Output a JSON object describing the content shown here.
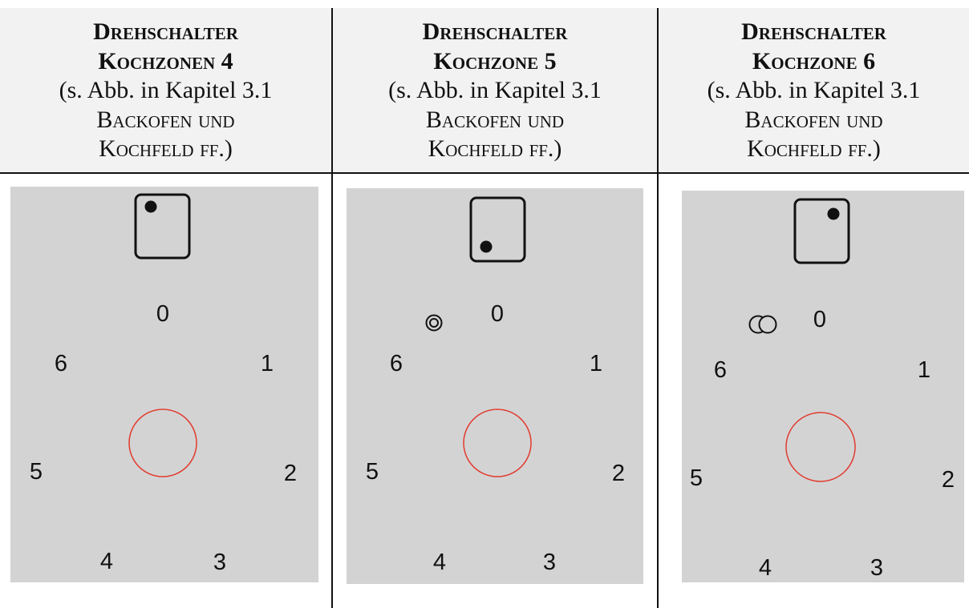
{
  "columns": [
    {
      "title_line1": "Drehschalter",
      "title_line2": "Kochzonen 4",
      "ref_line1": "(s. Abb. in Kapitel 3.1",
      "ref_line2": "Backofen und",
      "ref_line3": "Kochfeld ff.)",
      "zone_icon": "single-dot-top-left-square-icon",
      "setting_indicator": "none",
      "dial_numbers": [
        "0",
        "1",
        "2",
        "3",
        "4",
        "5",
        "6"
      ]
    },
    {
      "title_line1": "Drehschalter",
      "title_line2": "Kochzone 5",
      "ref_line1": "(s. Abb. in Kapitel 3.1",
      "ref_line2": "Backofen und",
      "ref_line3": "Kochfeld ff.)",
      "zone_icon": "single-dot-bottom-left-square-icon",
      "setting_indicator": "concentric-circles-icon",
      "dial_numbers": [
        "0",
        "1",
        "2",
        "3",
        "4",
        "5",
        "6"
      ]
    },
    {
      "title_line1": "Drehschalter",
      "title_line2": "Kochzone 6",
      "ref_line1": "(s. Abb. in Kapitel 3.1",
      "ref_line2": "Backofen und",
      "ref_line3": "Kochfeld ff.)",
      "zone_icon": "single-dot-top-right-square-icon",
      "setting_indicator": "overlapping-circles-icon",
      "dial_numbers": [
        "0",
        "1",
        "2",
        "3",
        "4",
        "5",
        "6"
      ]
    }
  ],
  "colors": {
    "panel_background": "#d3d3d4",
    "knob_ring": "#e23b2e",
    "header_background": "#f2f2f2"
  }
}
